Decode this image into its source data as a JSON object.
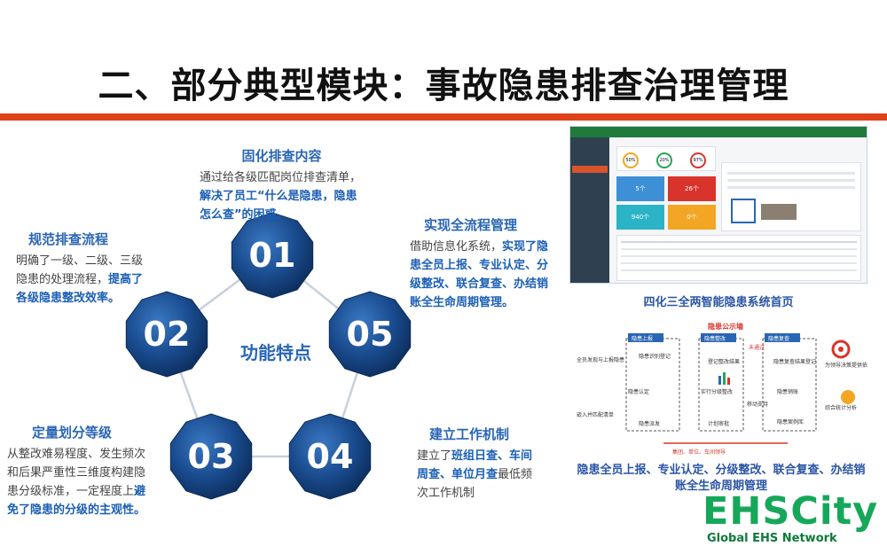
{
  "title": "二、部分典型模块：事故隐患排查治理管理",
  "center_label": "功能特点",
  "nodes": [
    "01",
    "02",
    "03",
    "04",
    "05"
  ],
  "features": {
    "f1": {
      "heading": "固化排查内容",
      "plain": "通过给各级匹配岗位排查清单，",
      "highlight": "解决了员工“什么是隐患，隐患怎么查”的困惑。"
    },
    "f2": {
      "heading": "规范排查流程",
      "plain": "明确了一级、二级、三级隐患的处理流程，",
      "highlight": "提高了各级隐患整改效率。"
    },
    "f3": {
      "heading": "定量划分等级",
      "plain": "从整改难易程度、发生频次和后果严重性三维度构建隐患分级标准，一定程度上",
      "highlight": "避免了隐患的分级的主观性。"
    },
    "f4": {
      "heading": "建立工作机制",
      "pre": "建立了",
      "highlight": "班组日查、车间周查、单位月查",
      "post": "最低频次工作机制"
    },
    "f5": {
      "heading": "实现全流程管理",
      "plain": "借助信息化系统，",
      "highlight": "实现了隐患全员上报、专业认定、分级整改、联合复查、办结销账全生命周期管理。"
    }
  },
  "screenshot_caption": "四化三全两智能隐患系统首页",
  "flow_caption_line1": "隐患全员上报、专业认定、分级整改、联合复查、办结销",
  "flow_caption_line2": "账全生命周期管理",
  "flow": {
    "banner": "隐患公示墙",
    "col1": "隐患上报",
    "col2": "隐患整改",
    "col3": "隐患复查",
    "items": [
      "全员发现与上报隐患",
      "隐患识别登记",
      "隐患认定",
      "隐患派发",
      "登记整改结果",
      "实行分级整改",
      "计划审批",
      "隐患复查结果登记",
      "隐患销账",
      "隐患案例库",
      "为领导决策提供依据",
      "综合统计分析",
      "嵌入并匹配清单",
      "移动支持",
      "未通过"
    ],
    "bottom": "集团、单位、车间领导"
  },
  "dashboard": {
    "stats": [
      "5个",
      "26个",
      "940个",
      "0个"
    ],
    "pct": [
      "50%",
      "20%",
      "97%"
    ]
  },
  "logo_main": "EHSCity",
  "logo_sub": "Global EHS Network",
  "colors": {
    "accent": "#e0421b",
    "blue": "#2a66b5",
    "green": "#16a85a",
    "node": "#123f7a"
  }
}
